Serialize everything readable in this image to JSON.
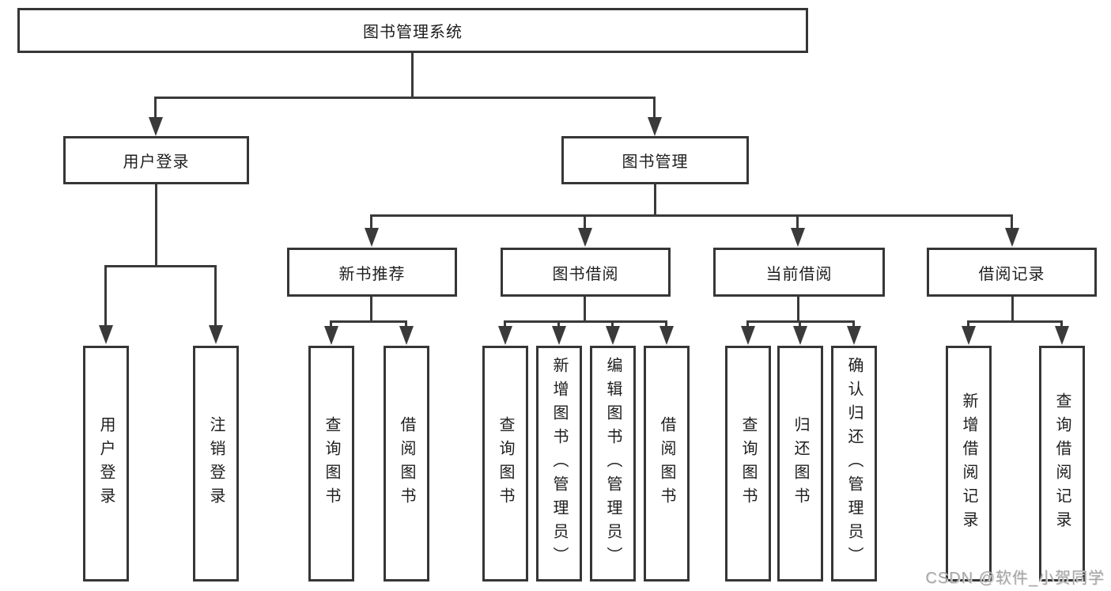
{
  "diagram": {
    "root": {
      "label": "图书管理系统"
    },
    "branches": [
      {
        "label": "用户登录",
        "children": [
          {
            "label": "用户登录"
          },
          {
            "label": "注销登录"
          }
        ]
      },
      {
        "label": "图书管理",
        "children": [
          {
            "label": "新书推荐",
            "children": [
              {
                "label": "查询图书"
              },
              {
                "label": "借阅图书"
              }
            ]
          },
          {
            "label": "图书借阅",
            "children": [
              {
                "label": "查询图书"
              },
              {
                "label": "新增图书（管理员）"
              },
              {
                "label": "编辑图书（管理员）"
              },
              {
                "label": "借阅图书"
              }
            ]
          },
          {
            "label": "当前借阅",
            "children": [
              {
                "label": "查询图书"
              },
              {
                "label": "归还图书"
              },
              {
                "label": "确认归还（管理员）"
              }
            ]
          },
          {
            "label": "借阅记录",
            "children": [
              {
                "label": "新增借阅记录"
              },
              {
                "label": "查询借阅记录"
              }
            ]
          }
        ]
      }
    ]
  },
  "watermark": {
    "text": "CSDN @软件_小贺同学"
  },
  "colors": {
    "background": "#ffffff",
    "box_border": "#363636",
    "connector_line": "#3a3a3a",
    "text": "#1e1e1e",
    "watermark": "#a6a6a6"
  }
}
